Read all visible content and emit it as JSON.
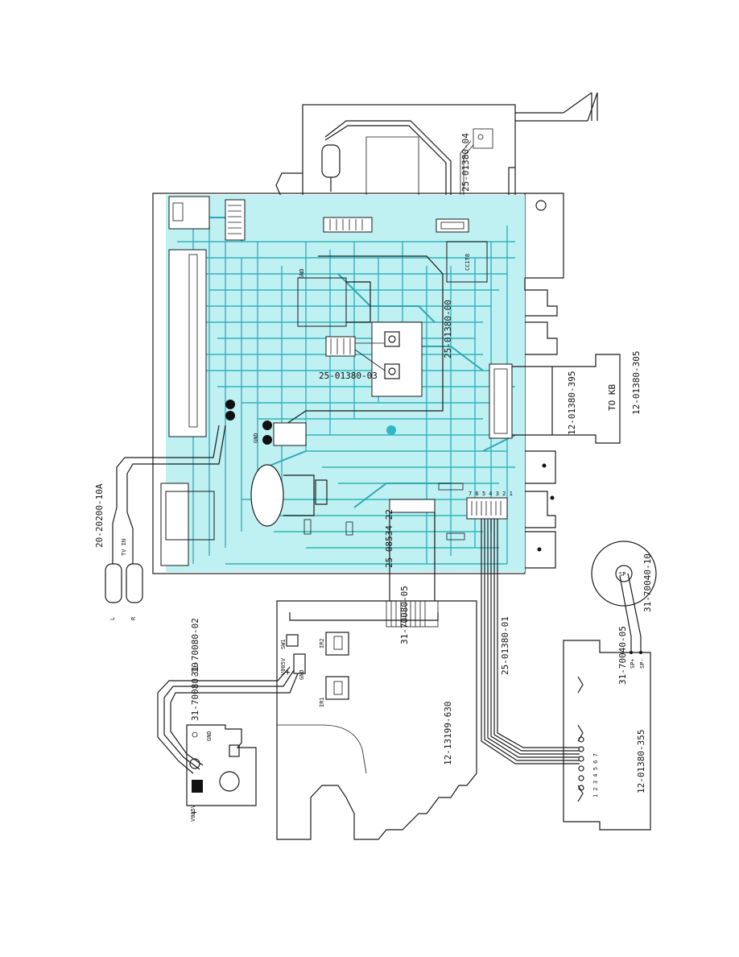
{
  "labels": {
    "tv_cable": "20-20200-10A",
    "tv_in": "TV IN",
    "plug_l": "L",
    "plug_r": "R",
    "top_cable": "25-01380-04",
    "board_cable_03": "25-01380-03",
    "board_cable_00": "25-01380-00",
    "kb_inner": "12-01380-395",
    "kb_outer": "12-01380-305",
    "to_kb": "TO KB",
    "cable_22": "25-08534-22",
    "cable_01": "25-01380-01",
    "cable_05": "31-70080-05",
    "cable_02": "31-70080-02",
    "cable_10": "31-70080-10",
    "ir_board": "12-13199-630",
    "lower_board": "12-01380-355",
    "spk_05": "31-70040-05",
    "spk_10": "31-70040-10",
    "v005v_a": "V005V",
    "v005v_b": "V005V",
    "gnd_a": "GND",
    "gnd_b": "GND",
    "gnd_main": "GND",
    "gnd_c": "GND",
    "ir1": "IR1",
    "ir2": "IR2",
    "sw1": "SW1",
    "ccta": "CC1T8",
    "sp_plus": "SP+",
    "sp_minus": "SP-",
    "sp": "SP",
    "plus_a": "+",
    "plus_b": "+",
    "pins7": "1 2 3 4 5 6 7",
    "pins7b": "7 6 5 4 3 2 1"
  }
}
